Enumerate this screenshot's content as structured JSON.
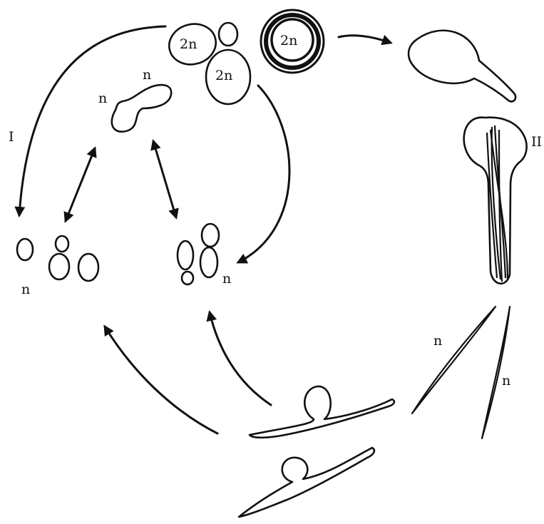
{
  "labels": {
    "stage_I": "I",
    "stage_II": "II",
    "diploid": "2n",
    "haploid": "n"
  },
  "colors": {
    "ink": "#111111",
    "background": "#ffffff"
  }
}
